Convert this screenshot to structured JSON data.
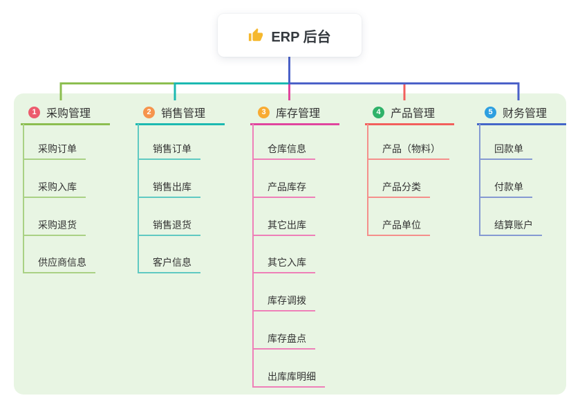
{
  "root": {
    "label": "ERP 后台",
    "icon": "thumbs-up",
    "icon_color": "#f5b82e",
    "stem_color": "#4b61c8"
  },
  "panel": {
    "background": "#e8f5e3"
  },
  "branches": [
    {
      "badge": "1",
      "badge_color": "#ec5b6d",
      "label": "采购管理",
      "line_color": "#8cbe50",
      "child_line_color": "#a9d184",
      "children": [
        "采购订单",
        "采购入库",
        "采购退货",
        "供应商信息"
      ]
    },
    {
      "badge": "2",
      "badge_color": "#f6944d",
      "label": "销售管理",
      "line_color": "#1cb9b1",
      "child_line_color": "#5fc9c2",
      "children": [
        "销售订单",
        "销售出库",
        "销售退货",
        "客户信息"
      ]
    },
    {
      "badge": "3",
      "badge_color": "#f8ab32",
      "label": "库存管理",
      "line_color": "#e0459e",
      "child_line_color": "#ee7fb8",
      "children": [
        "仓库信息",
        "产品库存",
        "其它出库",
        "其它入库",
        "库存调拨",
        "库存盘点",
        "出库库明细"
      ]
    },
    {
      "badge": "4",
      "badge_color": "#2fb269",
      "label": "产品管理",
      "line_color": "#f25f5c",
      "child_line_color": "#f58e8b",
      "children": [
        "产品（物料）",
        "产品分类",
        "产品单位"
      ]
    },
    {
      "badge": "5",
      "badge_color": "#2d9fe0",
      "label": "财务管理",
      "line_color": "#4466c8",
      "child_line_color": "#8499d2",
      "children": [
        "回款单",
        "付款单",
        "结算账户"
      ]
    }
  ]
}
